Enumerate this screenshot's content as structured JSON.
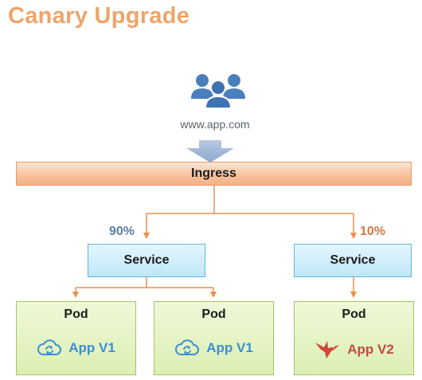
{
  "title": "Canary Upgrade",
  "url": "www.app.com",
  "ingress_label": "Ingress",
  "services": [
    {
      "label": "Service",
      "weight": "90%"
    },
    {
      "label": "Service",
      "weight": "10%"
    }
  ],
  "pods": [
    {
      "label": "Pod",
      "app": "App V1",
      "icon": "cloud-sync-icon"
    },
    {
      "label": "Pod",
      "app": "App V1",
      "icon": "cloud-sync-icon"
    },
    {
      "label": "Pod",
      "app": "App V2",
      "icon": "bird-icon"
    }
  ],
  "colors": {
    "title": "#eda46a",
    "connector": "#e8904f",
    "v1": "#3b8fd3",
    "v2": "#c44a3f",
    "pct_90": "#5b7fa6",
    "pct_10": "#d07a44"
  }
}
